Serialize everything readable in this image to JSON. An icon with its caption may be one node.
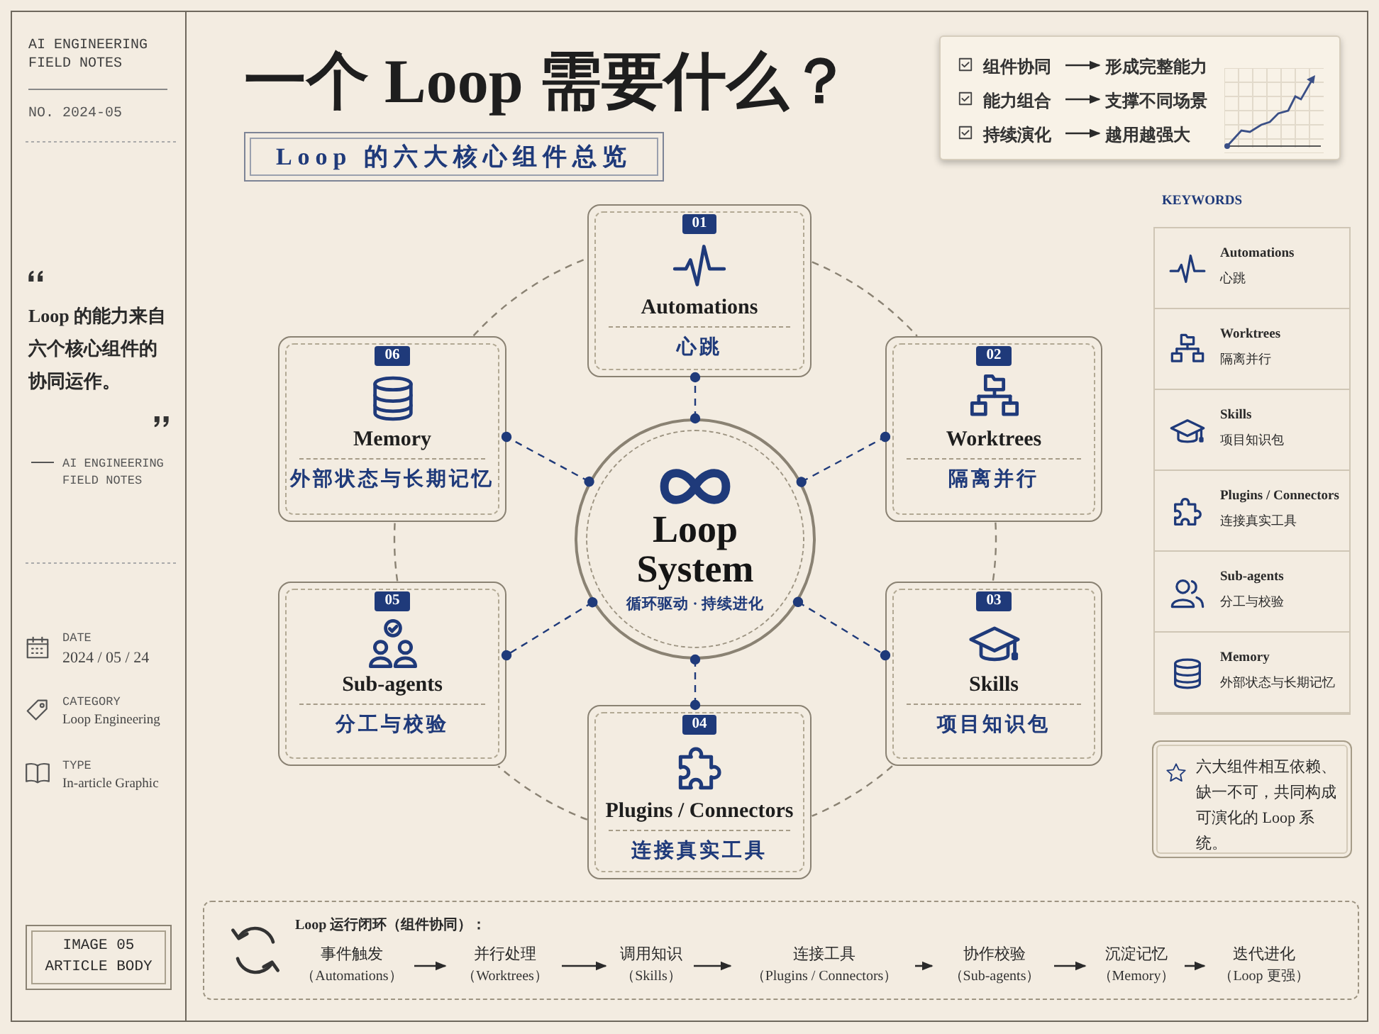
{
  "diagram": {
    "title": "一个 Loop 需要什么？",
    "nodes": [
      {
        "text": [
          "Loop 的六大核心组件总览"
        ]
      },
      {
        "text": [],
        "shape": "box"
      },
      {
        "text": [
          "组件协同"
        ],
        "in": 1
      },
      {
        "text": [
          "形成完整能力"
        ],
        "in": 1
      },
      {
        "text": [
          "能力组合"
        ],
        "in": 1
      },
      {
        "text": [
          "支撑不同场景"
        ],
        "in": 1
      },
      {
        "text": [
          "持续演化"
        ],
        "in": 1
      },
      {
        "text": [
          "越用越强大"
        ],
        "in": 1
      },
      {
        "text": [
          "01",
          "Automations",
          "心跳"
        ]
      },
      {
        "text": [
          "02",
          "Worktrees",
          "隔离并行"
        ]
      },
      {
        "text": [
          "03",
          "Skills",
          "项目知识包"
        ]
      },
      {
        "text": [
          "04",
          "Plugins / Connectors",
          "连接真实工具"
        ]
      },
      {
        "text": [
          "05",
          "Sub-agents",
          "分工与校验"
        ]
      },
      {
        "text": [
          "06",
          "Memory",
          "外部状态与长期记忆"
        ]
      },
      {
        "text": [
          "Loop System",
          "循环驱动 · 持续进化"
        ]
      },
      {
        "text": [
          "KEYWORDS"
        ]
      },
      {
        "text": [
          "Automations",
          "心跳"
        ],
        "in": 15
      },
      {
        "text": [
          "Worktrees",
          "隔离并行"
        ],
        "in": 15
      },
      {
        "text": [
          "Skills",
          "项目知识包"
        ],
        "in": 15
      },
      {
        "text": [
          "Plugins / Connectors",
          "连接真实工具"
        ],
        "in": 15
      },
      {
        "text": [
          "Sub-agents",
          "分工与校验"
        ],
        "in": 15
      },
      {
        "text": [
          "Memory",
          "外部状态与长期记忆"
        ],
        "in": 15
      },
      {
        "text": [
          "六大组件相互依赖、缺一不可，共同构成可演化的 Loop 系统。"
        ]
      },
      {
        "text": [
          "IMAGE 05 ARTICLE BODY"
        ]
      },
      {
        "text": [
          "Loop 运行闭环（组件协同）："
        ]
      },
      {
        "text": [
          "事件触发",
          "（Automations）"
        ],
        "in": 24
      },
      {
        "text": [
          "并行处理",
          "（Worktrees）"
        ],
        "in": 24
      },
      {
        "text": [
          "调用知识",
          "（Skills）"
        ],
        "in": 24
      },
      {
        "text": [
          "连接工具",
          "（Plugins / Connectors）"
        ],
        "in": 24
      },
      {
        "text": [
          "协作校验",
          "（Sub-agents）"
        ],
        "in": 24
      },
      {
        "text": [
          "沉淀记忆",
          "（Memory）"
        ],
        "in": 24
      },
      {
        "text": [
          "迭代进化",
          "（Loop 更强）"
        ],
        "in": 24
      }
    ],
    "edges": [
      {
        "from": 2,
        "to": 3,
        "arrow": "to"
      },
      {
        "from": 4,
        "to": 5,
        "arrow": "to"
      },
      {
        "from": 6,
        "to": 7,
        "arrow": "to"
      },
      {
        "from": 14,
        "to": 8,
        "arrow": "other",
        "style": "dashed",
        "color": "#1f3a7a"
      },
      {
        "from": 14,
        "to": 9,
        "arrow": "other",
        "style": "dashed",
        "color": "#1f3a7a"
      },
      {
        "from": 14,
        "to": 10,
        "arrow": "other",
        "style": "dashed",
        "color": "#1f3a7a"
      },
      {
        "from": 14,
        "to": 11,
        "arrow": "other",
        "style": "dashed",
        "color": "#1f3a7a"
      },
      {
        "from": 14,
        "to": 12,
        "arrow": "other",
        "style": "dashed",
        "color": "#1f3a7a"
      },
      {
        "from": 14,
        "to": 13,
        "arrow": "other",
        "style": "dashed",
        "color": "#1f3a7a"
      },
      {
        "from": 8,
        "to": 9,
        "arrow": "none",
        "style": "dashed",
        "color": "#8a8273"
      },
      {
        "from": 9,
        "to": 10,
        "arrow": "none",
        "style": "dashed",
        "color": "#8a8273"
      },
      {
        "from": 10,
        "to": 11,
        "arrow": "none",
        "style": "dashed",
        "color": "#8a8273"
      },
      {
        "from": 11,
        "to": 12,
        "arrow": "none",
        "style": "dashed",
        "color": "#8a8273"
      },
      {
        "from": 12,
        "to": 13,
        "arrow": "none",
        "style": "dashed",
        "color": "#8a8273"
      },
      {
        "from": 13,
        "to": 8,
        "arrow": "none",
        "style": "dashed",
        "color": "#8a8273"
      },
      {
        "from": 25,
        "to": 26,
        "arrow": "to"
      },
      {
        "from": 26,
        "to": 27,
        "arrow": "to"
      },
      {
        "from": 27,
        "to": 28,
        "arrow": "to"
      },
      {
        "from": 28,
        "to": 29,
        "arrow": "to"
      },
      {
        "from": 29,
        "to": 30,
        "arrow": "to"
      },
      {
        "from": 30,
        "to": 31,
        "arrow": "to"
      }
    ],
    "labels": [
      "AI ENGINEERING FIELD NOTES",
      "NO. 2024-05",
      "Loop 的能力来自六个核心组件的协同运作。",
      "AI ENGINEERING FIELD NOTES",
      "DATE",
      "2024 / 05 / 24",
      "CATEGORY",
      "Loop Engineering",
      "TYPE",
      "In-article Graphic"
    ]
  }
}
